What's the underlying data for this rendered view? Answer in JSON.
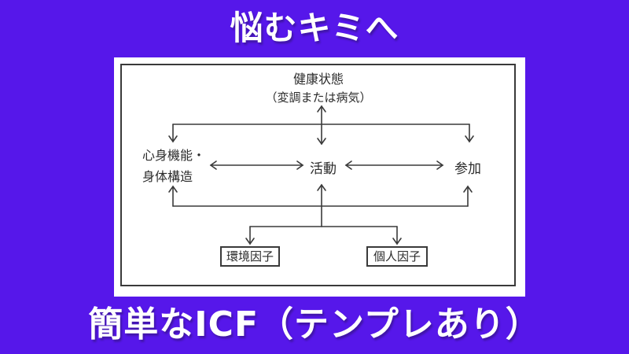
{
  "page": {
    "background_color": "#5617EA",
    "top_title": "悩むキミへ",
    "bottom_title": "簡単なICF（テンプレあり）",
    "text_color": "#FFFFFF"
  },
  "diagram": {
    "line_color": "#3A3A3A",
    "nodes": {
      "health_line1": "健康状態",
      "health_line2": "（変調または病気）",
      "body_function_line1": "心身機能・",
      "body_function_line2": "身体構造",
      "activity": "活動",
      "participation": "参加",
      "environmental_factor": "環境因子",
      "personal_factor": "個人因子"
    }
  }
}
